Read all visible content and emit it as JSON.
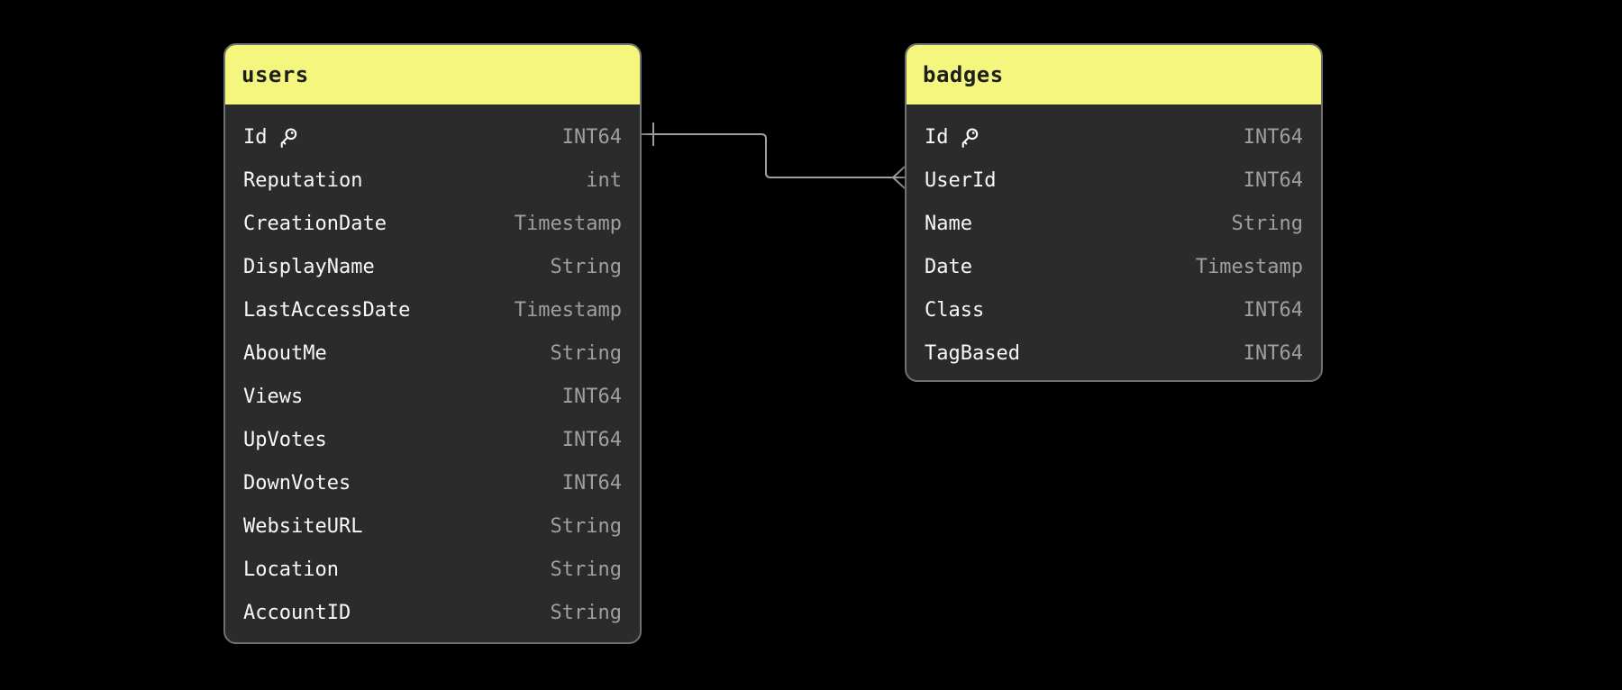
{
  "diagram": {
    "colors": {
      "canvas_background": "#000000",
      "table_header": "#F4F67D",
      "table_body": "#2B2B2B",
      "table_border": "#707070",
      "header_text": "#1E1E1E",
      "field_name_text": "#F8F8F8",
      "field_type_text": "#9F9F9F",
      "relationship_line": "#9F9F9F"
    },
    "tables": [
      {
        "name": "users",
        "fields": [
          {
            "name": "Id",
            "type": "INT64",
            "primary_key": true
          },
          {
            "name": "Reputation",
            "type": "int",
            "primary_key": false
          },
          {
            "name": "CreationDate",
            "type": "Timestamp",
            "primary_key": false
          },
          {
            "name": "DisplayName",
            "type": "String",
            "primary_key": false
          },
          {
            "name": "LastAccessDate",
            "type": "Timestamp",
            "primary_key": false
          },
          {
            "name": "AboutMe",
            "type": "String",
            "primary_key": false
          },
          {
            "name": "Views",
            "type": "INT64",
            "primary_key": false
          },
          {
            "name": "UpVotes",
            "type": "INT64",
            "primary_key": false
          },
          {
            "name": "DownVotes",
            "type": "INT64",
            "primary_key": false
          },
          {
            "name": "WebsiteURL",
            "type": "String",
            "primary_key": false
          },
          {
            "name": "Location",
            "type": "String",
            "primary_key": false
          },
          {
            "name": "AccountID",
            "type": "String",
            "primary_key": false
          }
        ]
      },
      {
        "name": "badges",
        "fields": [
          {
            "name": "Id",
            "type": "INT64",
            "primary_key": true
          },
          {
            "name": "UserId",
            "type": "INT64",
            "primary_key": false
          },
          {
            "name": "Name",
            "type": "String",
            "primary_key": false
          },
          {
            "name": "Date",
            "type": "Timestamp",
            "primary_key": false
          },
          {
            "name": "Class",
            "type": "INT64",
            "primary_key": false
          },
          {
            "name": "TagBased",
            "type": "INT64",
            "primary_key": false
          }
        ]
      }
    ],
    "relationships": [
      {
        "from_table": "users",
        "from_field": "Id",
        "from_cardinality": "one",
        "to_table": "badges",
        "to_field": "UserId",
        "to_cardinality": "many"
      }
    ]
  }
}
